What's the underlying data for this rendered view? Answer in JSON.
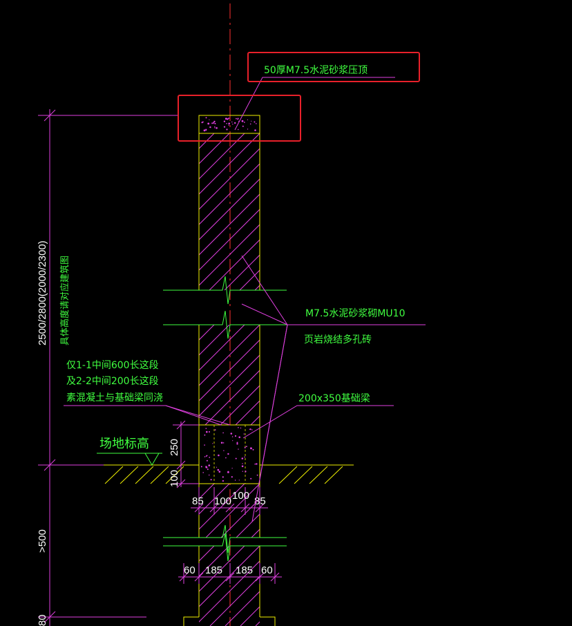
{
  "colors": {
    "background": "#000000",
    "wall": "#f0f000",
    "hatch": "#e040e0",
    "leader": "#e040e0",
    "label": "#40ff40",
    "dimension": "#ffffff",
    "centerline": "#ff3030",
    "highlight": "#e8202a"
  },
  "annotations": {
    "cap": "50厚M7.5水泥砂浆压顶",
    "masonry_line1": "M7.5水泥砂浆砌MU10",
    "masonry_line2": "页岩烧结多孔砖",
    "beam": "200x350基础梁",
    "note_line1": "仅1-1中间600长这段",
    "note_line2": "及2-2中间200长这段",
    "note_line3": "素混凝土与基础梁同浇",
    "site_level": "场地标高"
  },
  "dimensions": {
    "wall_height": "2500/2800(2000/2300)",
    "height_note": "具体高度请对应建筑图",
    "beam_height": "250",
    "below_grade": "100",
    "beam_w_1": "85",
    "beam_w_2": "100",
    "beam_w_3": "100",
    "beam_w_4": "85",
    "footing_w_1": "60",
    "footing_w_2": "185",
    "footing_w_3": "185",
    "footing_w_4": "60",
    "depth": ">500",
    "bottom_cut": "80"
  }
}
